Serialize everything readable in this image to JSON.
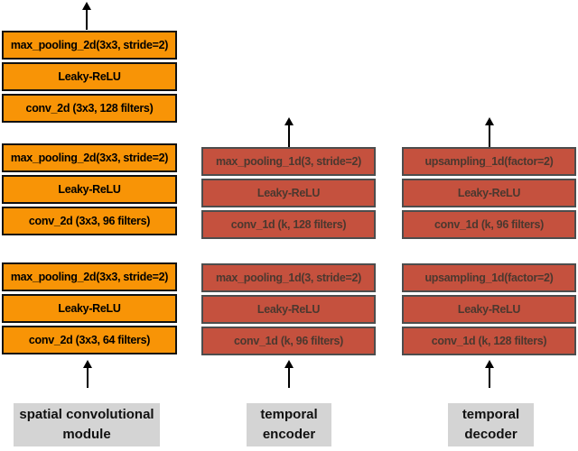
{
  "diagram": {
    "colors": {
      "spatial_fill": "#f89406",
      "spatial_border": "#111111",
      "spatial_text": "#000000",
      "temporal_fill": "#c5513e",
      "temporal_border": "#4d4d4d",
      "temporal_text": "#4b382f",
      "label_fill": "#d4d4d4",
      "label_text": "#111111",
      "arrow_color": "#000000"
    },
    "icons": {
      "arrow_up": "↑"
    },
    "columns": [
      {
        "id": "spatial-convolutional-module",
        "label": "spatial convolutional module",
        "groups": [
          [
            "max_pooling_2d(3x3, stride=2)",
            "Leaky-ReLU",
            "conv_2d (3x3, 128 filters)"
          ],
          [
            "max_pooling_2d(3x3, stride=2)",
            "Leaky-ReLU",
            "conv_2d (3x3, 96 filters)"
          ],
          [
            "max_pooling_2d(3x3, stride=2)",
            "Leaky-ReLU",
            "conv_2d (3x3, 64 filters)"
          ]
        ]
      },
      {
        "id": "temporal-encoder",
        "label": "temporal encoder",
        "groups": [
          [
            "max_pooling_1d(3, stride=2)",
            "Leaky-ReLU",
            "conv_1d (k, 128 filters)"
          ],
          [
            "max_pooling_1d(3, stride=2)",
            "Leaky-ReLU",
            "conv_1d (k, 96 filters)"
          ]
        ]
      },
      {
        "id": "temporal-decoder",
        "label": "temporal decoder",
        "groups": [
          [
            "upsampling_1d(factor=2)",
            "Leaky-ReLU",
            "conv_1d (k, 96 filters)"
          ],
          [
            "upsampling_1d(factor=2)",
            "Leaky-ReLU",
            "conv_1d (k, 128 filters)"
          ]
        ]
      }
    ]
  }
}
